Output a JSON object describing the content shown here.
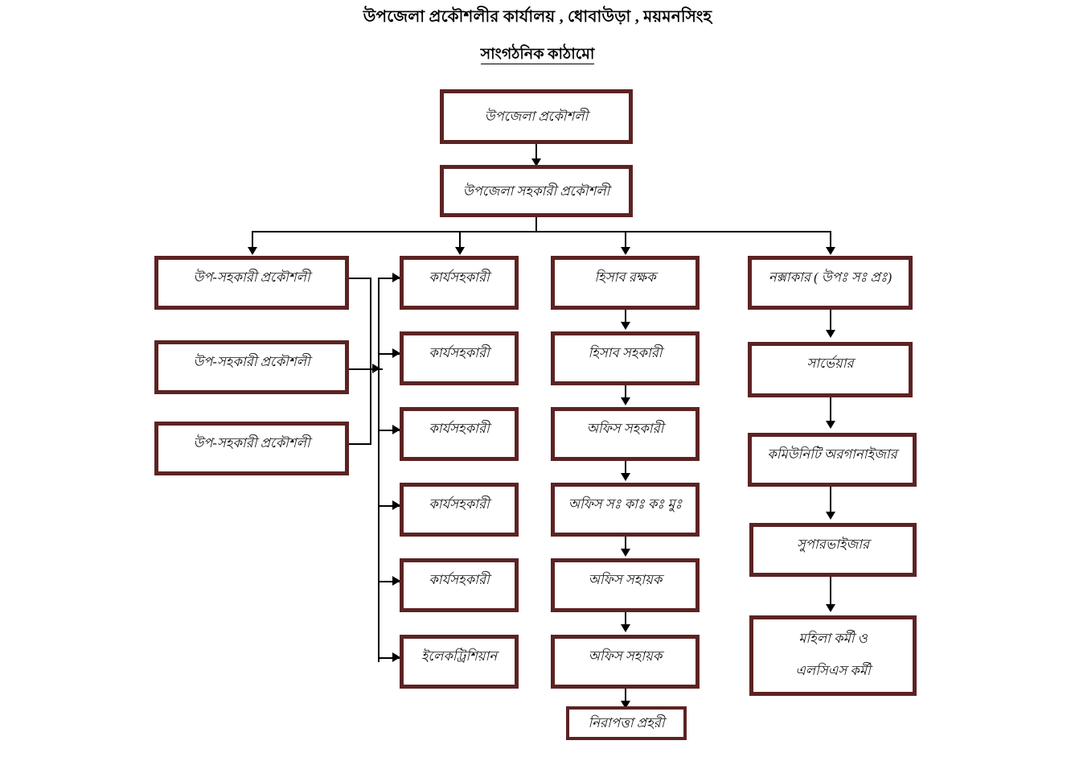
{
  "header": {
    "title": "উপজেলা প্রকৌশলীর কার্যালয় , ধোবাউড়া , ময়মনসিংহ",
    "subtitle": "সাংগঠনিক কাঠামো"
  },
  "theme": {
    "box_border_color": "#5c2323",
    "connector_color": "#000000",
    "background_color": "#ffffff",
    "text_color": "#111111"
  },
  "chart_data": {
    "type": "diagram",
    "diagram_kind": "organizational-chart",
    "title": "উপজেলা প্রকৌশলীর কার্যালয় , ধোবাউড়া , ময়মনসিংহ",
    "subtitle": "সাংগঠনিক কাঠামো",
    "nodes": [
      {
        "id": "n1",
        "label": "উপজেলা প্রকৌশলী",
        "level": 0
      },
      {
        "id": "n2",
        "label": "উপজেলা সহকারী প্রকৌশলী",
        "level": 1
      },
      {
        "id": "c1a",
        "label": "উপ-সহকারী প্রকৌশলী",
        "level": 2,
        "column": 1
      },
      {
        "id": "c1b",
        "label": "উপ-সহকারী প্রকৌশলী",
        "level": 3,
        "column": 1
      },
      {
        "id": "c1c",
        "label": "উপ-সহকারী প্রকৌশলী",
        "level": 4,
        "column": 1
      },
      {
        "id": "c2a",
        "label": "কার্যসহকারী",
        "level": 2,
        "column": 2
      },
      {
        "id": "c2b",
        "label": "কার্যসহকারী",
        "level": 3,
        "column": 2
      },
      {
        "id": "c2c",
        "label": "কার্যসহকারী",
        "level": 4,
        "column": 2
      },
      {
        "id": "c2d",
        "label": "কার্যসহকারী",
        "level": 5,
        "column": 2
      },
      {
        "id": "c2e",
        "label": "কার্যসহকারী",
        "level": 6,
        "column": 2
      },
      {
        "id": "c2f",
        "label": "ইলেকট্রিশিয়ান",
        "level": 7,
        "column": 2
      },
      {
        "id": "c3a",
        "label": "হিসাব রক্ষক",
        "level": 2,
        "column": 3
      },
      {
        "id": "c3b",
        "label": "হিসাব সহকারী",
        "level": 3,
        "column": 3
      },
      {
        "id": "c3c",
        "label": "অফিস সহকারী",
        "level": 4,
        "column": 3
      },
      {
        "id": "c3d",
        "label": "অফিস সঃ কাঃ কঃ মুঃ",
        "level": 5,
        "column": 3
      },
      {
        "id": "c3e",
        "label": "অফিস সহায়ক",
        "level": 6,
        "column": 3
      },
      {
        "id": "c3f",
        "label": "অফিস সহায়ক",
        "level": 7,
        "column": 3
      },
      {
        "id": "c3g",
        "label": "নিরাপত্তা প্রহরী",
        "level": 8,
        "column": 3
      },
      {
        "id": "c4a",
        "label": "নক্সাকার ( উপঃ সঃ প্রঃ)",
        "level": 2,
        "column": 4
      },
      {
        "id": "c4b",
        "label": "সার্ভেয়ার",
        "level": 3,
        "column": 4
      },
      {
        "id": "c4c",
        "label": "কমিউনিটি অরগানাইজার",
        "level": 4,
        "column": 4
      },
      {
        "id": "c4d",
        "label": "সুপারভাইজার",
        "level": 5,
        "column": 4
      },
      {
        "id": "c4e",
        "label": "মহিলা কর্মী ও",
        "label2": "এলসিএস কর্মী",
        "level": 6,
        "column": 4
      }
    ],
    "edges": [
      {
        "from": "n1",
        "to": "n2",
        "style": "arrow-down"
      },
      {
        "from": "n2",
        "to": "c1a",
        "style": "bus-arrow-down"
      },
      {
        "from": "n2",
        "to": "c2a",
        "style": "bus-arrow-down"
      },
      {
        "from": "n2",
        "to": "c3a",
        "style": "bus-arrow-down"
      },
      {
        "from": "n2",
        "to": "c4a",
        "style": "bus-arrow-down"
      },
      {
        "from": "c1a",
        "to": "column2-bus",
        "style": "side-bracket"
      },
      {
        "from": "c1b",
        "to": "column2-bus",
        "style": "side-bracket-arrow-right"
      },
      {
        "from": "c1c",
        "to": "column2-bus",
        "style": "side-bracket"
      },
      {
        "from": "column2-bus",
        "to": "c2a",
        "style": "arrow-right"
      },
      {
        "from": "column2-bus",
        "to": "c2b",
        "style": "arrow-right"
      },
      {
        "from": "column2-bus",
        "to": "c2c",
        "style": "arrow-right"
      },
      {
        "from": "column2-bus",
        "to": "c2d",
        "style": "arrow-right"
      },
      {
        "from": "column2-bus",
        "to": "c2e",
        "style": "arrow-right"
      },
      {
        "from": "column2-bus",
        "to": "c2f",
        "style": "arrow-right"
      },
      {
        "from": "c3a",
        "to": "c3b",
        "style": "arrow-down"
      },
      {
        "from": "c3b",
        "to": "c3c",
        "style": "arrow-down"
      },
      {
        "from": "c3c",
        "to": "c3d",
        "style": "arrow-down"
      },
      {
        "from": "c3d",
        "to": "c3e",
        "style": "arrow-down"
      },
      {
        "from": "c3e",
        "to": "c3f",
        "style": "arrow-down"
      },
      {
        "from": "c3f",
        "to": "c3g",
        "style": "arrow-down"
      },
      {
        "from": "c4a",
        "to": "c4b",
        "style": "arrow-down"
      },
      {
        "from": "c4b",
        "to": "c4c",
        "style": "arrow-down"
      },
      {
        "from": "c4c",
        "to": "c4d",
        "style": "arrow-down"
      },
      {
        "from": "c4d",
        "to": "c4e",
        "style": "arrow-down"
      }
    ]
  },
  "nodes": {
    "n1": "উপজেলা প্রকৌশলী",
    "n2": "উপজেলা সহকারী প্রকৌশলী",
    "c1a": "উপ-সহকারী প্রকৌশলী",
    "c1b": "উপ-সহকারী প্রকৌশলী",
    "c1c": "উপ-সহকারী প্রকৌশলী",
    "c2a": "কার্যসহকারী",
    "c2b": "কার্যসহকারী",
    "c2c": "কার্যসহকারী",
    "c2d": "কার্যসহকারী",
    "c2e": "কার্যসহকারী",
    "c2f": "ইলেকট্রিশিয়ান",
    "c3a": "হিসাব রক্ষক",
    "c3b": "হিসাব সহকারী",
    "c3c": "অফিস সহকারী",
    "c3d": "অফিস সঃ কাঃ কঃ মুঃ",
    "c3e": "অফিস সহায়ক",
    "c3f": "অফিস সহায়ক",
    "c3g": "নিরাপত্তা প্রহরী",
    "c4a": "নক্সাকার ( উপঃ সঃ প্রঃ)",
    "c4b": "সার্ভেয়ার",
    "c4c": "কমিউনিটি অরগানাইজার",
    "c4d": "সুপারভাইজার",
    "c4e_line1": "মহিলা কর্মী ও",
    "c4e_line2": "এলসিএস কর্মী"
  }
}
